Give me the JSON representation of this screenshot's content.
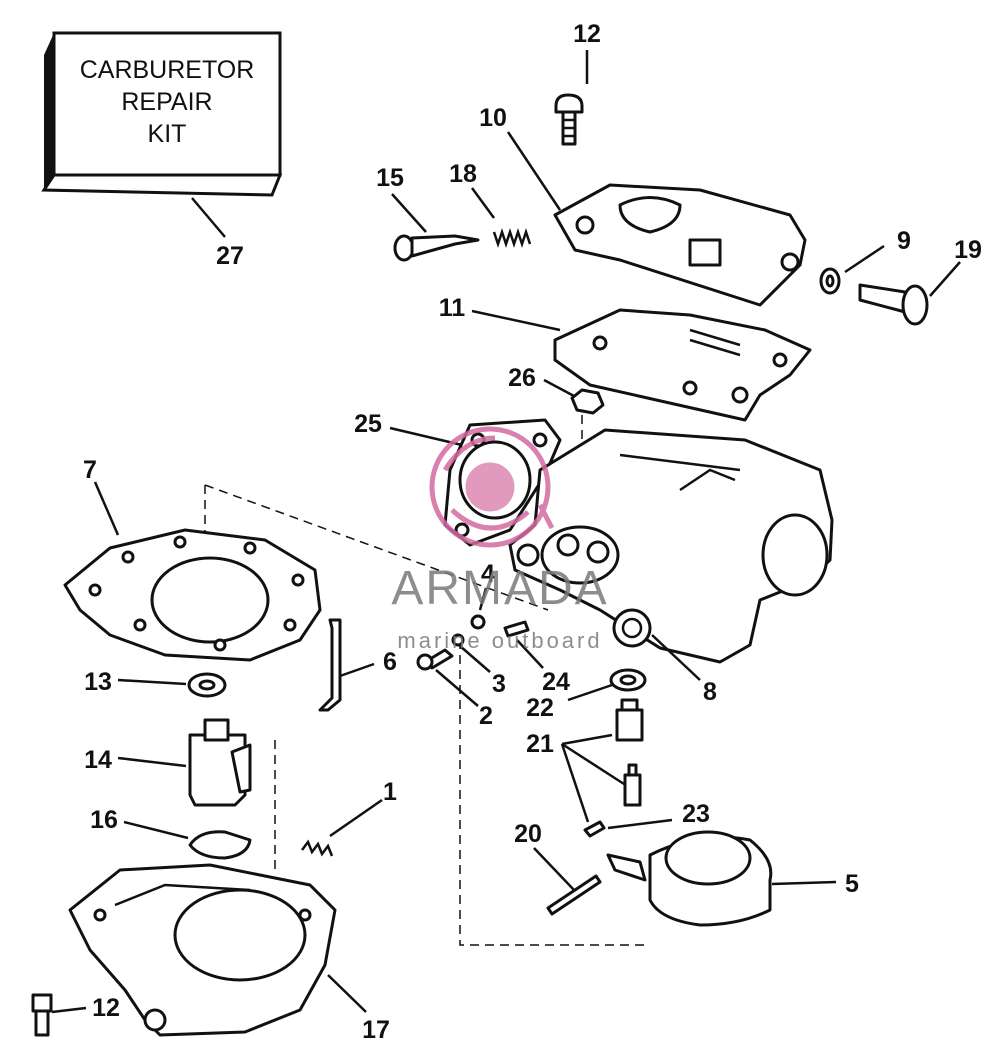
{
  "kit_box": {
    "line1": "CARBURETOR",
    "line2": "REPAIR",
    "line3": "KIT"
  },
  "watermark": {
    "brand": "ARMADA",
    "tagline": "marine outboard",
    "accent": "#d46aa0"
  },
  "callouts": [
    {
      "id": "12a",
      "text": "12"
    },
    {
      "id": "10",
      "text": "10"
    },
    {
      "id": "15",
      "text": "15"
    },
    {
      "id": "18",
      "text": "18"
    },
    {
      "id": "9",
      "text": "9"
    },
    {
      "id": "19",
      "text": "19"
    },
    {
      "id": "11",
      "text": "11"
    },
    {
      "id": "26",
      "text": "26"
    },
    {
      "id": "25",
      "text": "25"
    },
    {
      "id": "27",
      "text": "27"
    },
    {
      "id": "7",
      "text": "7"
    },
    {
      "id": "4",
      "text": "4"
    },
    {
      "id": "6",
      "text": "6"
    },
    {
      "id": "3",
      "text": "3"
    },
    {
      "id": "24",
      "text": "24"
    },
    {
      "id": "8",
      "text": "8"
    },
    {
      "id": "13",
      "text": "13"
    },
    {
      "id": "2",
      "text": "2"
    },
    {
      "id": "22",
      "text": "22"
    },
    {
      "id": "21",
      "text": "21"
    },
    {
      "id": "14",
      "text": "14"
    },
    {
      "id": "1",
      "text": "1"
    },
    {
      "id": "23",
      "text": "23"
    },
    {
      "id": "16",
      "text": "16"
    },
    {
      "id": "20",
      "text": "20"
    },
    {
      "id": "5",
      "text": "5"
    },
    {
      "id": "12b",
      "text": "12"
    },
    {
      "id": "17",
      "text": "17"
    }
  ]
}
